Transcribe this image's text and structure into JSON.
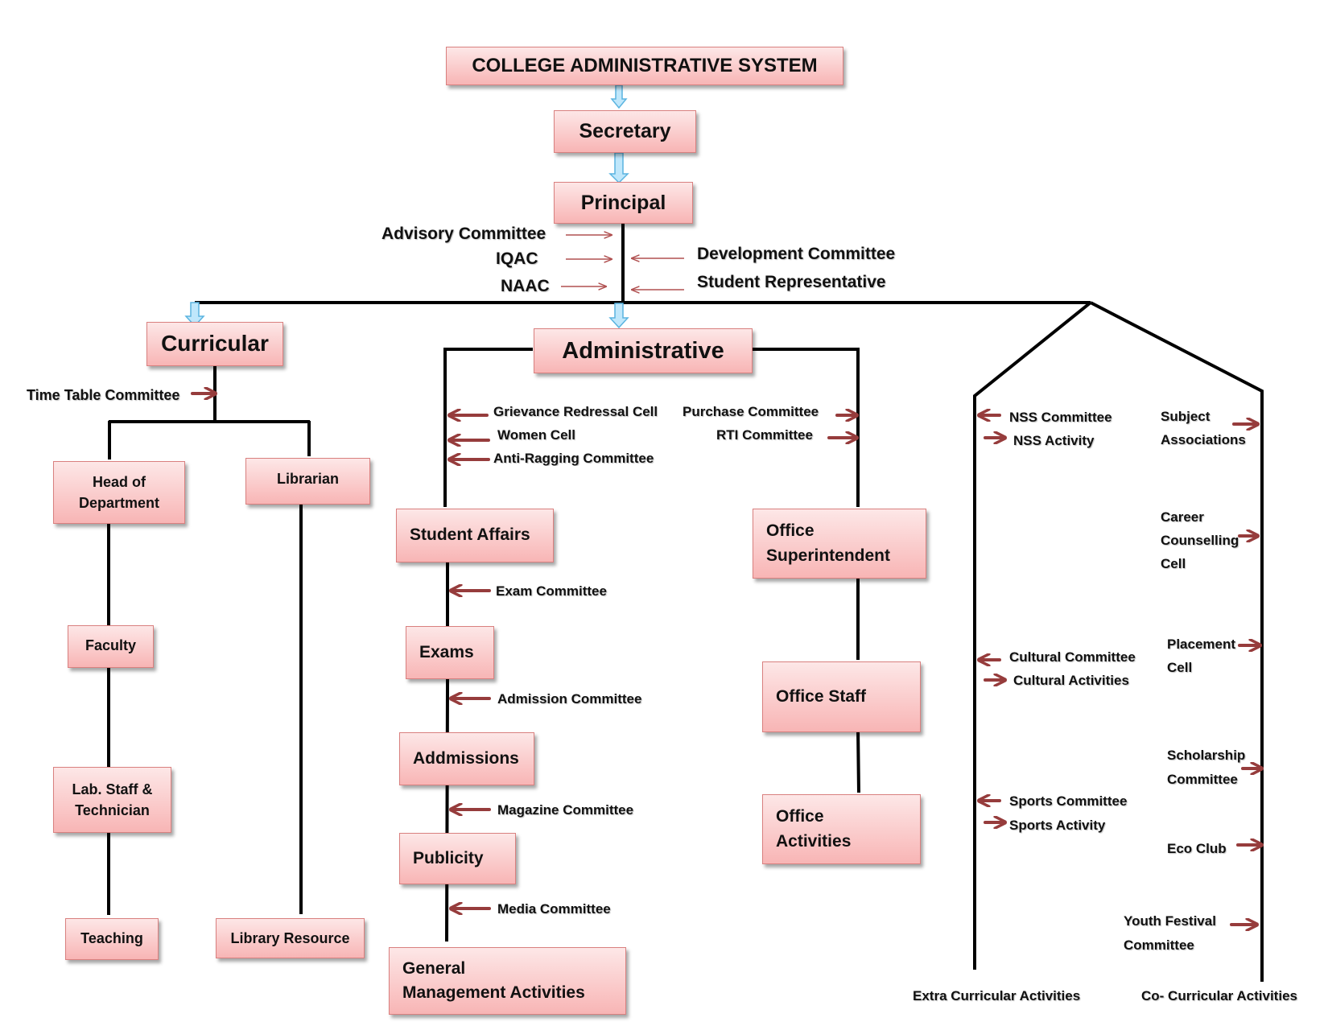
{
  "title": "COLLEGE ADMINISTRATIVE SYSTEM",
  "top": {
    "secretary": "Secretary",
    "principal": "Principal",
    "advisory": "Advisory Committee",
    "iqac": "IQAC",
    "naac": "NAAC",
    "development": "Development Committee",
    "student_rep": "Student Representative"
  },
  "curricular": {
    "title": "Curricular",
    "time_table": "Time Table Committee",
    "hod_line1": "Head of",
    "hod_line2": "Department",
    "faculty": "Faculty",
    "lab_line1": "Lab. Staff &",
    "lab_line2": "Technician",
    "teaching": "Teaching",
    "librarian": "Librarian",
    "library_resource": "Library Resource"
  },
  "administrative": {
    "title": "Administrative",
    "grievance": "Grievance Redressal Cell",
    "women": "Women Cell",
    "anti_ragging": "Anti-Ragging Committee",
    "purchase": "Purchase Committee",
    "rti": "RTI Committee",
    "student_affairs": "Student Affairs",
    "exam_committee": "Exam Committee",
    "exams": "Exams",
    "admission_committee": "Admission Committee",
    "admissions": "Addmissions",
    "magazine_committee": "Magazine Committee",
    "publicity": "Publicity",
    "media_committee": "Media Committee",
    "gma_line1": "General",
    "gma_line2": "Management Activities",
    "office_sup_line1": "Office",
    "office_sup_line2": "Superintendent",
    "office_staff": "Office Staff",
    "office_act_line1": "Office",
    "office_act_line2": "Activities"
  },
  "extra": {
    "footer": "Extra Curricular Activities",
    "nss_committee": "NSS Committee",
    "nss_activity": "NSS Activity",
    "cultural_committee": "Cultural Committee",
    "cultural_activities": "Cultural Activities",
    "sports_committee": "Sports Committee",
    "sports_activity": "Sports Activity"
  },
  "co": {
    "footer": "Co- Curricular Activities",
    "subject_1": "Subject",
    "subject_2": "Associations",
    "career_1": "Career",
    "career_2": "Counselling",
    "career_3": "Cell",
    "placement_1": "Placement",
    "placement_2": "Cell",
    "scholarship_1": "Scholarship",
    "scholarship_2": "Committee",
    "eco_club": "Eco Club",
    "youth_1": "Youth Festival",
    "youth_2": "Committee"
  },
  "colors": {
    "box_border": "#d9807f",
    "box_top": "#fde7e7",
    "box_bottom": "#f8b5b5",
    "arrow_red": "#963c3c",
    "arrow_thin": "#b05050",
    "arrow_blue_fill": "#bfe7fb",
    "arrow_blue_stroke": "#5ab4e0",
    "line": "#000000"
  }
}
